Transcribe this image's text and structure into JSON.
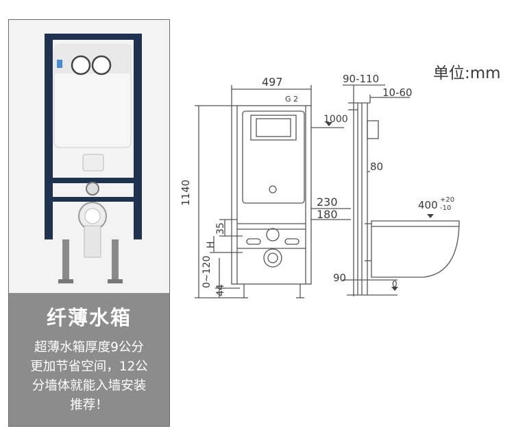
{
  "unit_label": "单位:mm",
  "card": {
    "title": "纤薄水箱",
    "body_lines": [
      "超薄水箱厚度9公分",
      "更加节省空间，12公",
      "分墙体就能入墙安装",
      "推荐！"
    ]
  },
  "dimensions": {
    "front_width": "497",
    "slope": "G 2",
    "slope_frac": "2",
    "height_button": "1000",
    "total_height": "1140",
    "height_230": "230",
    "height_180": "180",
    "height_35": "35",
    "height_H": "H",
    "range_0_120": "0~120",
    "height_44": "44",
    "depth_90_110": "90-110",
    "depth_10_60": "10-60",
    "depth_80": "80",
    "depth_90": "90",
    "bowl_height": "400",
    "bowl_tol_plus": "+20",
    "bowl_tol_minus": "-10",
    "zero": "0"
  },
  "colors": {
    "frame_blue": "#1f3350",
    "line": "#555555",
    "caption_bg": "#8c8c8c"
  }
}
